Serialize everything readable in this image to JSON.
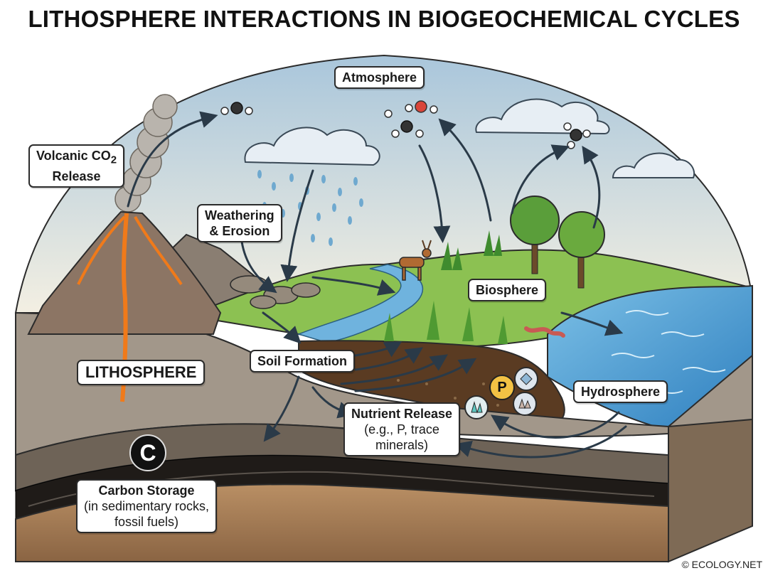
{
  "title": "LITHOSPHERE INTERACTIONS IN BIOGEOCHEMICAL CYCLES",
  "labels": {
    "atmosphere": "Atmosphere",
    "volcanic_line1": "Volcanic CO",
    "volcanic_sub": "2",
    "volcanic_line2": "Release",
    "weathering_line1": "Weathering",
    "weathering_line2": "& Erosion",
    "biosphere": "Biosphere",
    "soil_formation": "Soil Formation",
    "lithosphere": "LITHOSPHERE",
    "hydrosphere": "Hydrosphere",
    "nutrient_title": "Nutrient Release",
    "nutrient_line2": "(e.g., P, trace",
    "nutrient_line3": "minerals)",
    "carbon_title": "Carbon Storage",
    "carbon_line2": "(in sedimentary rocks,",
    "carbon_line3": "fossil fuels)"
  },
  "badges": {
    "carbon_symbol": "C",
    "phosphorus_symbol": "P"
  },
  "copyright": "© ECOLOGY.NET",
  "colors": {
    "sky": "#dbe8ef",
    "water": "#5aa6d6",
    "grass": "#7cb342",
    "soil": "#5a3b22",
    "rock": "#9a8b78",
    "lava": "#f07a1a",
    "arrow_fill": "#c7dbe8"
  }
}
